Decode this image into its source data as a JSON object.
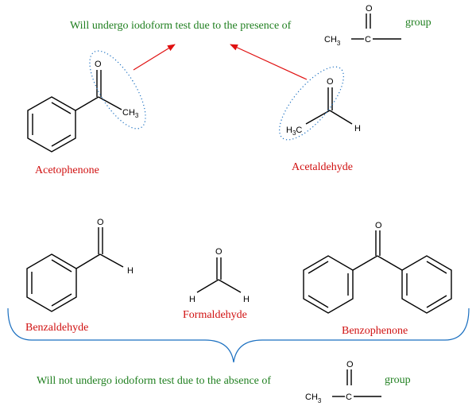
{
  "statements": {
    "will_undergo": "Will undergo iodoform test due to the presence of",
    "will_not_undergo": "Will not undergo iodoform test due to the absence of",
    "group_word": "group"
  },
  "group_formula": {
    "ch3": "CH",
    "sub": "3",
    "carbon": "C",
    "oxygen": "O"
  },
  "compounds": {
    "acetophenone": "Acetophenone",
    "acetaldehyde": "Acetaldehyde",
    "benzaldehyde": "Benzaldehyde",
    "formaldehyde": "Formaldehyde",
    "benzophenone": "Benzophenone"
  },
  "atoms": {
    "O": "O",
    "H": "H",
    "C": "C",
    "CH": "CH",
    "H3C": "H",
    "three": "3"
  },
  "colors": {
    "statement": "#1f7f1f",
    "name": "#d01010",
    "highlight": "#1a6fc0",
    "arrow": "#e01010"
  }
}
